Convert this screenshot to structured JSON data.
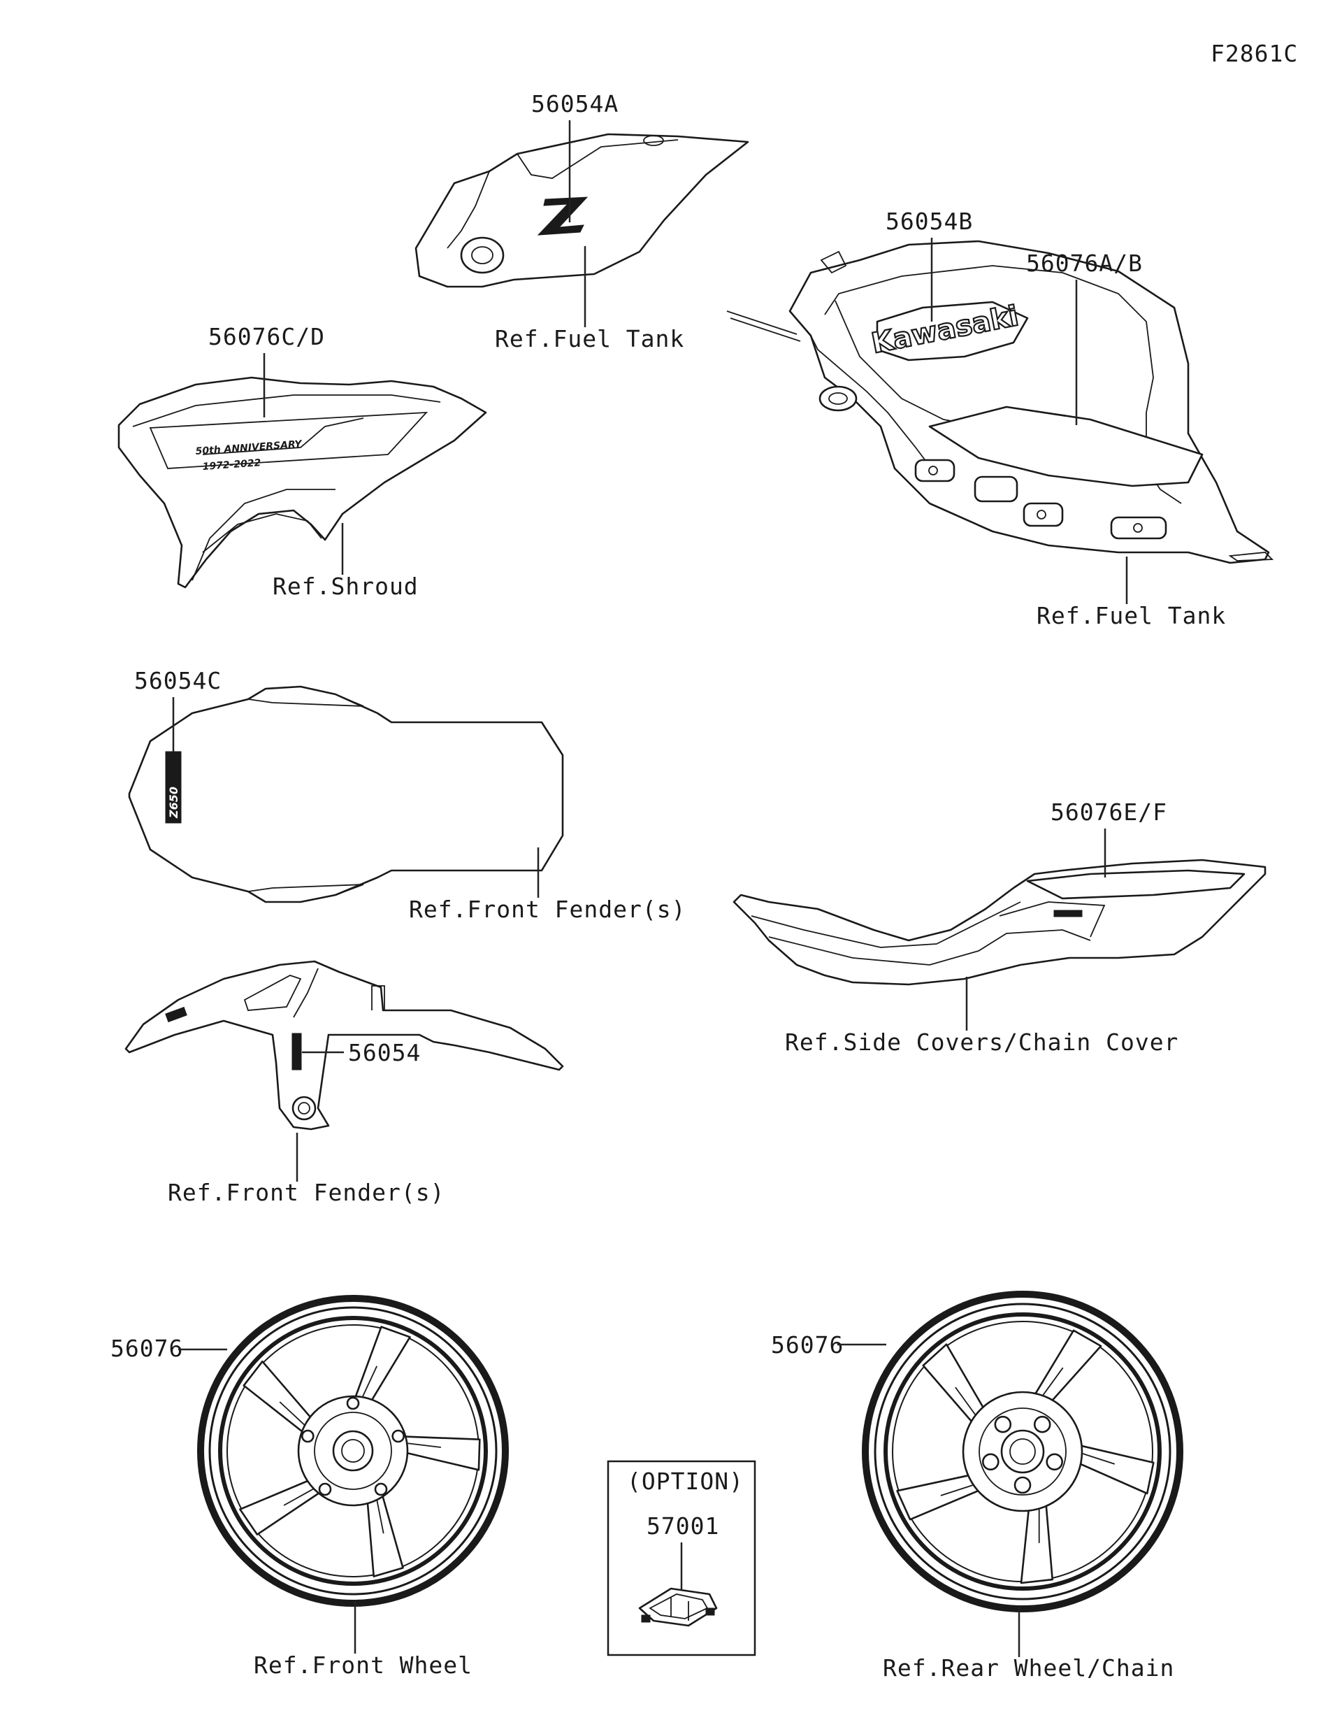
{
  "figure_id": "F2861C",
  "decal_texts": {
    "kawasaki": "Kawasaki",
    "anniversary_line1": "50th ANNIVERSARY",
    "anniversary_line2": "1972-2022",
    "z_mark": "Z"
  },
  "labels": {
    "p56054A": "56054A",
    "ref_fuel_tank_1": "Ref.Fuel Tank",
    "p56054B": "56054B",
    "p56076AB": "56076A/B",
    "ref_fuel_tank_2": "Ref.Fuel Tank",
    "p56076CD": "56076C/D",
    "ref_shroud": "Ref.Shroud",
    "p56054C": "56054C",
    "ref_front_fender_1": "Ref.Front Fender(s)",
    "p56076EF": "56076E/F",
    "ref_side_covers": "Ref.Side Covers/Chain Cover",
    "p56054": "56054",
    "ref_front_fender_2": "Ref.Front Fender(s)",
    "p56076_front": "56076",
    "p56076_rear": "56076",
    "option": "(OPTION)",
    "p57001": "57001",
    "ref_front_wheel": "Ref.Front Wheel",
    "ref_rear_wheel": "Ref.Rear Wheel/Chain"
  }
}
